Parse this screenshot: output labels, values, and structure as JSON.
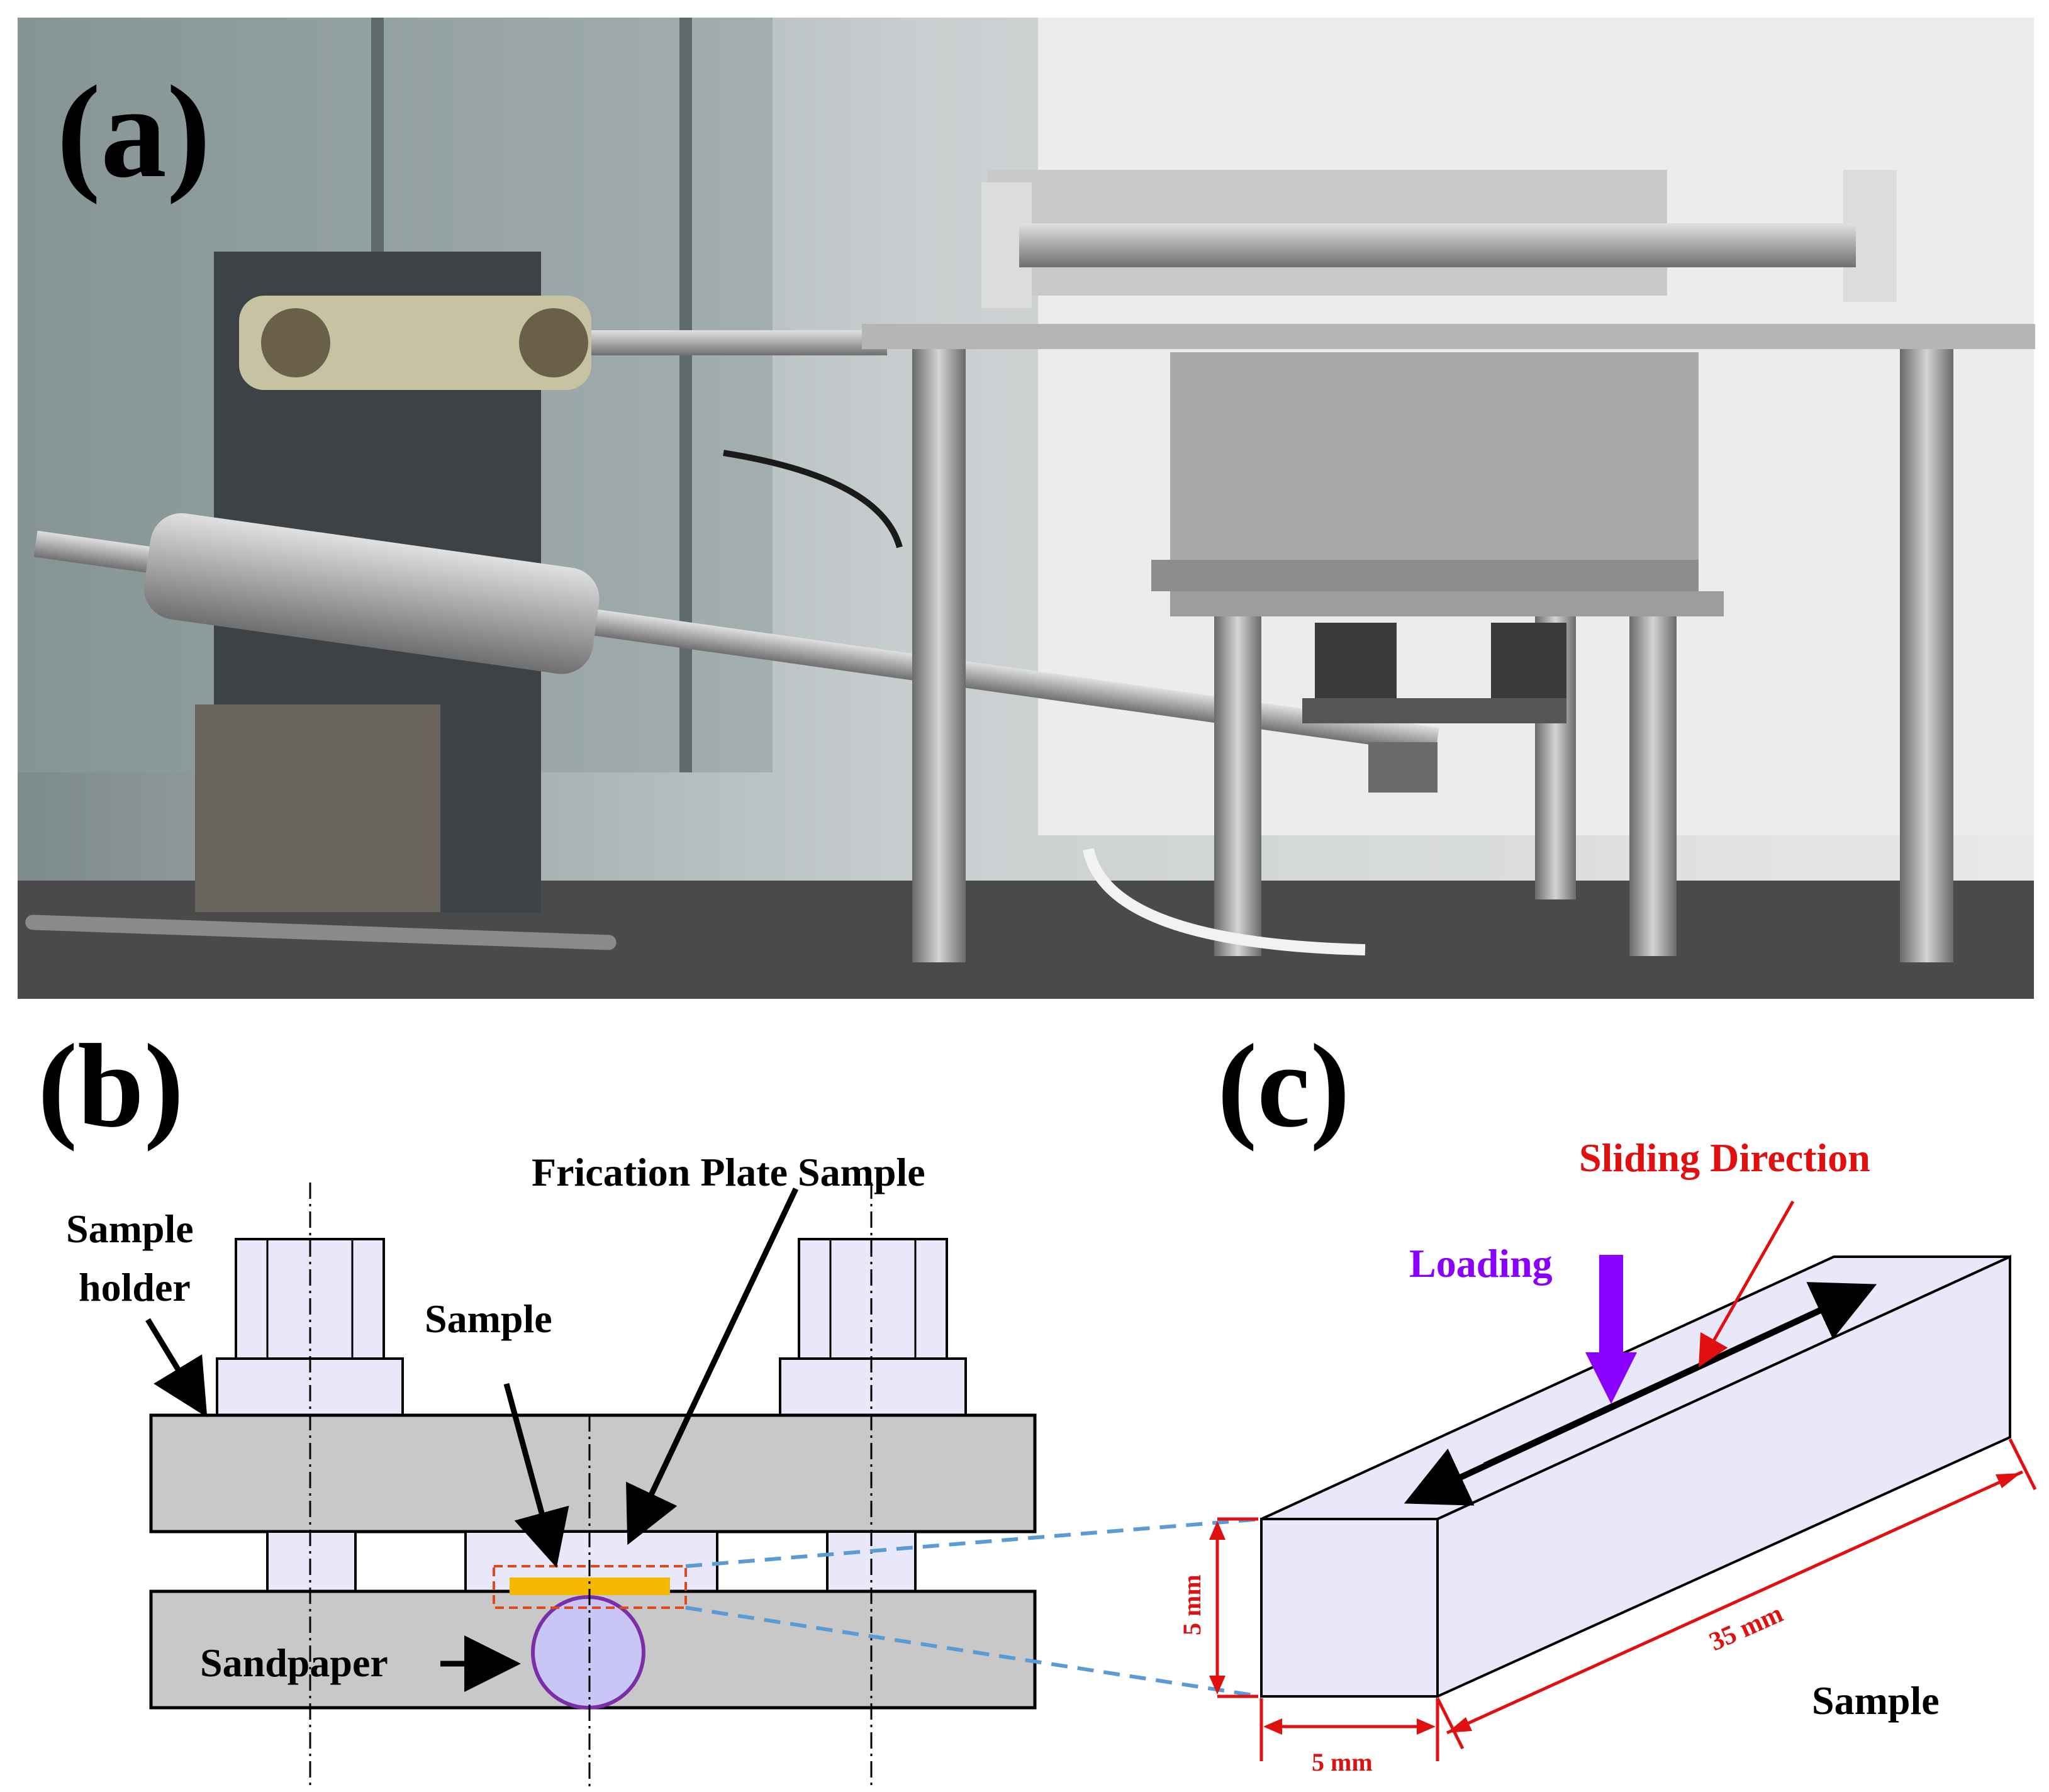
{
  "panels": {
    "a": {
      "label": "(a)"
    },
    "b": {
      "label": "(b)",
      "labels": {
        "sample_holder_line1": "Sample",
        "sample_holder_line2": "holder",
        "sample": "Sample",
        "frication_plate_sample": "Frication Plate Sample",
        "sandpaper": "Sandpaper"
      }
    },
    "c": {
      "label": "(c)",
      "labels": {
        "loading": "Loading",
        "sliding_direction": "Sliding Direction",
        "height_dim": "5 mm",
        "width_dim": "5 mm",
        "length_dim": "35 mm",
        "sample": "Sample"
      }
    }
  },
  "colors": {
    "plate_gray": "#c8c8c8",
    "holder_lavender": "#e8e8fa",
    "sample_orange": "#f5b800",
    "loading_purple": "#8a00ff",
    "sliding_red": "#e01010",
    "dashed_blue": "#5b9bd5",
    "sandpaper_circle": "#c9c6f5",
    "circle_border": "#7a2fa8"
  }
}
